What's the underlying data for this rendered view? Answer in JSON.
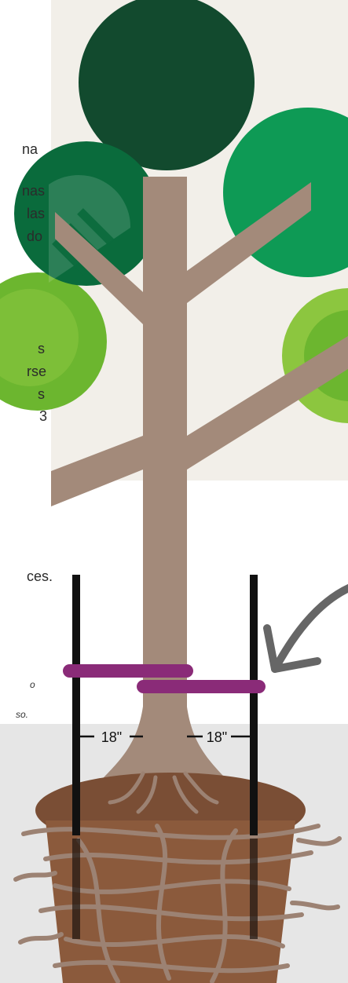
{
  "text_fragments": {
    "line_1": "na",
    "line_2": "nas",
    "line_3": "las",
    "line_4": "do",
    "line_5": "s",
    "line_6": "rse",
    "line_7": "s",
    "line_8": "3",
    "line_9": "ces.",
    "italic_1": "o",
    "italic_2": "so."
  },
  "measurements": {
    "left_gap": "18\"",
    "right_gap": "18\""
  },
  "colors": {
    "background_panel": "#f2efe9",
    "ground_panel": "#e6e6e6",
    "trunk": "#a38a7a",
    "canopy_dark": "#124a2e",
    "canopy_mid": "#0a6b3c",
    "canopy_green": "#0e9a55",
    "canopy_light": "#8cc63f",
    "canopy_lime": "#6cb62f",
    "tie": "#8a2b78",
    "stake": "#111111",
    "soil_top": "#7a4e35",
    "root_ball": "#8b5a3c",
    "roots": "#9c8273",
    "arrow": "#666666"
  }
}
